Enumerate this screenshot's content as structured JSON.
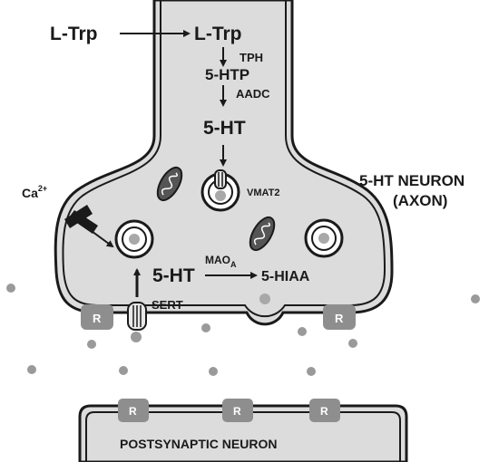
{
  "labels": {
    "ltrp_outside": "L-Trp",
    "ltrp_inside": "L-Trp",
    "tph": "TPH",
    "htp": "5-HTP",
    "aadc": "AADC",
    "ht_top": "5-HT",
    "vmat2": "VMAT2",
    "ca": "Ca",
    "ca_sup": "2+",
    "neuron_title_1": "5-HT NEURON",
    "neuron_title_2": "(AXON)",
    "mao": "MAO",
    "mao_sub": "A",
    "ht_bottom": "5-HT",
    "hiaa": "5-HIAA",
    "sert": "SERT",
    "receptor": "R",
    "postsynaptic": "POSTSYNAPTIC NEURON"
  },
  "colors": {
    "membrane": "#1a1a1a",
    "cytoplasm": "#dcdcdc",
    "receptor": "#8e8e8e",
    "dot": "#9a9a9a",
    "vesicle_core": "#a8a8a8"
  }
}
